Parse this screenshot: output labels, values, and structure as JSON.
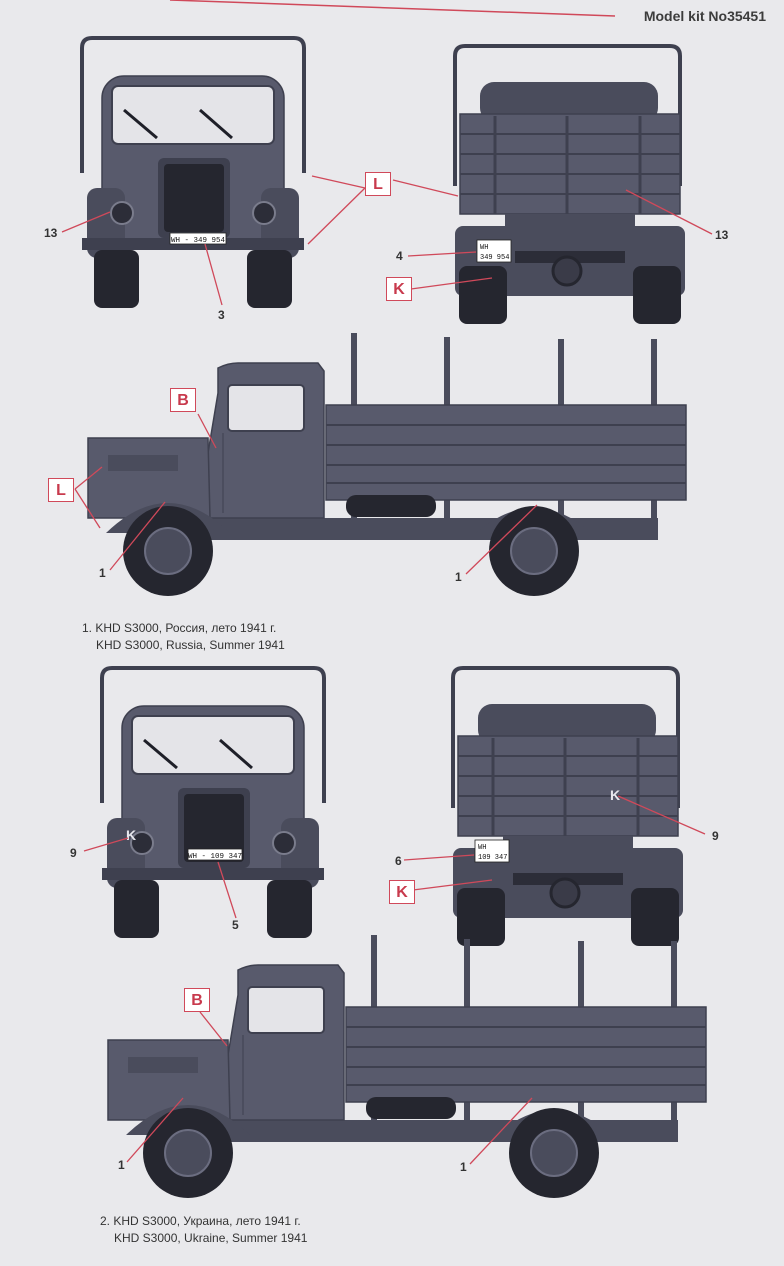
{
  "header": {
    "model_kit": "Model kit No35451"
  },
  "colors": {
    "vehicle": "#585a6c",
    "vehicle_dark": "#3e404f",
    "vehicle_light": "#6b6d80",
    "leader": "#d0495a",
    "background": "#e9e9ec"
  },
  "variant1": {
    "caption_ru": "1. KHD S3000, Россия, лето 1941 г.",
    "caption_en": "KHD S3000, Russia, Summer 1941",
    "plate_front": "WH - 349 954",
    "plate_rear": "WH\n349 954",
    "callouts": {
      "front_13": "13",
      "front_3": "3",
      "rear_13": "13",
      "rear_4": "4",
      "side_1a": "1",
      "side_1b": "1",
      "box_L_top": "L",
      "box_K": "K",
      "box_B": "B",
      "box_L_side": "L"
    }
  },
  "variant2": {
    "caption_ru": "2. KHD S3000, Украина, лето 1941 г.",
    "caption_en": "KHD S3000, Ukraine, Summer 1941",
    "plate_front": "WH - 109 347",
    "plate_rear": "WH\n109 347",
    "callouts": {
      "front_9": "9",
      "front_5": "5",
      "rear_9": "9",
      "rear_6": "6",
      "side_1a": "1",
      "side_1b": "1",
      "box_K": "K",
      "box_B": "B"
    }
  }
}
